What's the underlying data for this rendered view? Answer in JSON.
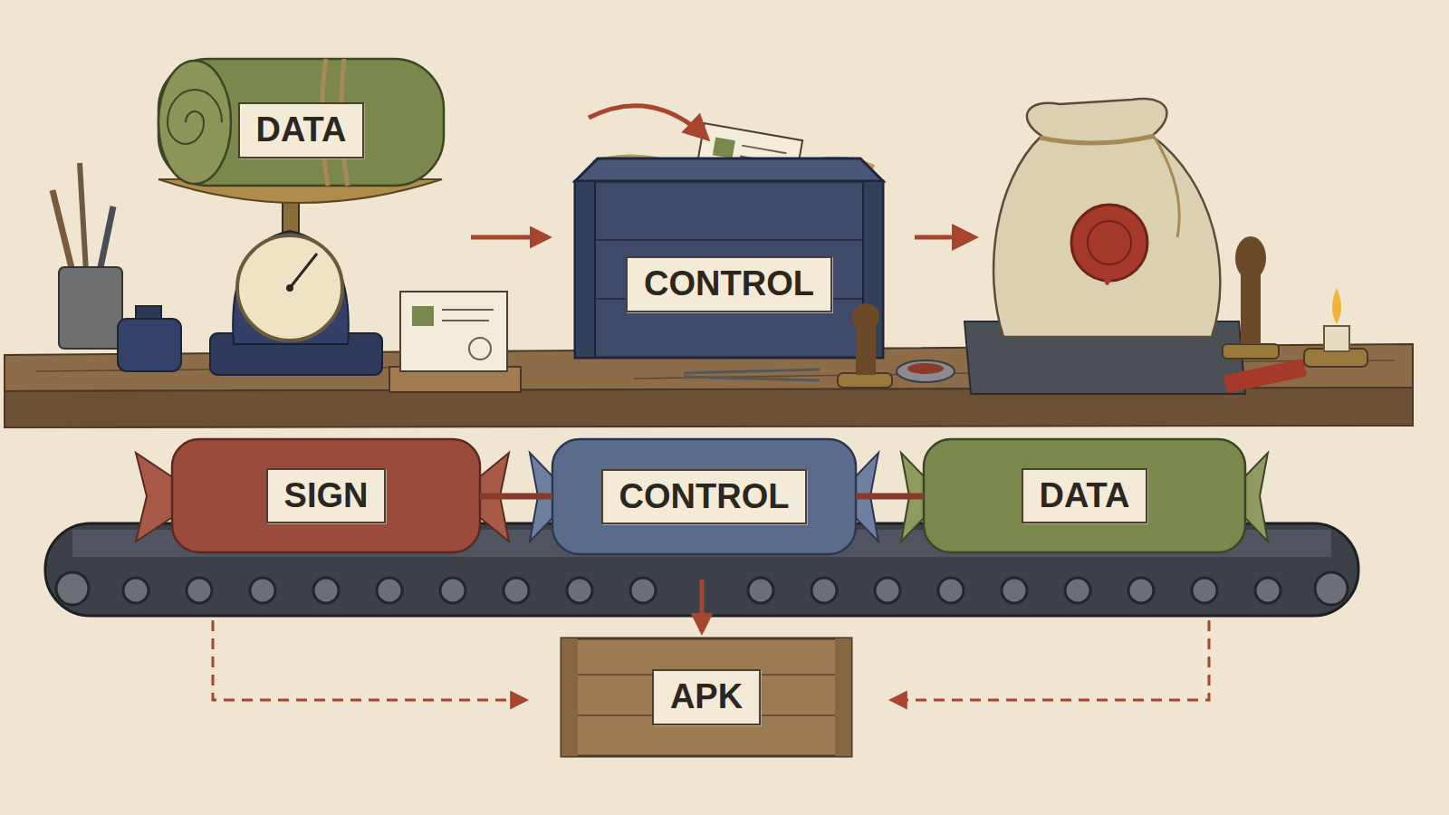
{
  "diagram": {
    "nodes": [
      {
        "text": [
          "DATA"
        ]
      },
      {
        "text": [
          "CONTROL"
        ]
      },
      {
        "text": [
          "SIGN"
        ]
      },
      {
        "text": [
          "CONTROL"
        ]
      },
      {
        "text": [
          "DATA"
        ]
      },
      {
        "text": [
          "APK"
        ]
      }
    ],
    "edges": [
      {
        "from": 0,
        "to": 1,
        "arrow": "to"
      },
      {
        "from": 2,
        "to": 3,
        "arrow": "none"
      },
      {
        "from": 3,
        "to": 4,
        "arrow": "none"
      },
      {
        "from": 3,
        "to": 5,
        "arrow": "to"
      },
      {
        "from": 2,
        "to": 5,
        "arrow": "to"
      },
      {
        "from": 4,
        "to": 5,
        "arrow": "to"
      }
    ]
  }
}
